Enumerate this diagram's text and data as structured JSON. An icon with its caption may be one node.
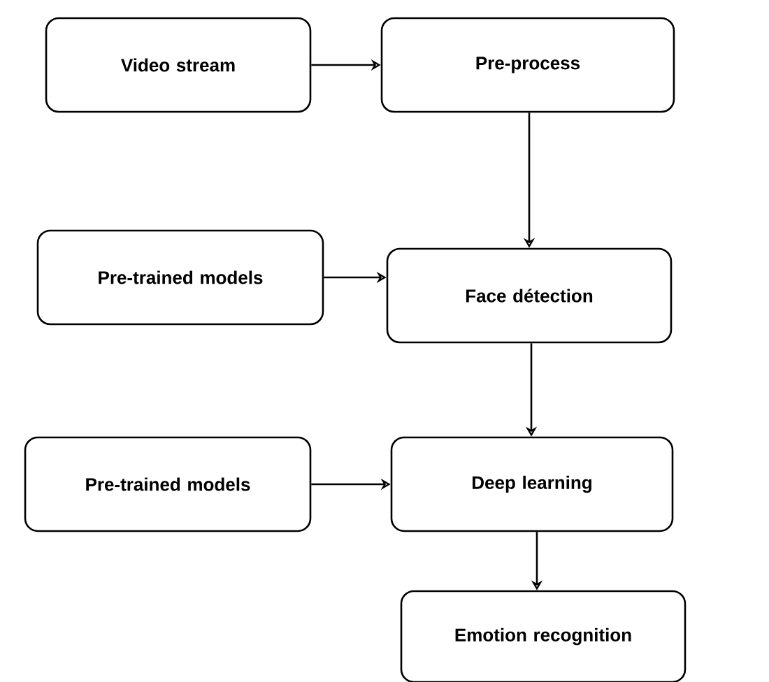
{
  "diagram": {
    "nodes": [
      {
        "text": [
          "Video stream"
        ]
      },
      {
        "text": [
          "Pre-process"
        ]
      },
      {
        "text": [
          "Pre-trained models"
        ]
      },
      {
        "text": [
          "Face détection"
        ]
      },
      {
        "text": [
          "Pre-trained models"
        ]
      },
      {
        "text": [
          "Deep learning"
        ]
      },
      {
        "text": [
          "Emotion recognition"
        ]
      }
    ],
    "edges": [
      {
        "from": 0,
        "to": 1,
        "arrow": "to"
      },
      {
        "from": 1,
        "to": 3,
        "arrow": "to"
      },
      {
        "from": 2,
        "to": 3,
        "arrow": "to"
      },
      {
        "from": 3,
        "to": 5,
        "arrow": "to"
      },
      {
        "from": 4,
        "to": 5,
        "arrow": "to"
      },
      {
        "from": 5,
        "to": 6,
        "arrow": "to"
      }
    ]
  }
}
